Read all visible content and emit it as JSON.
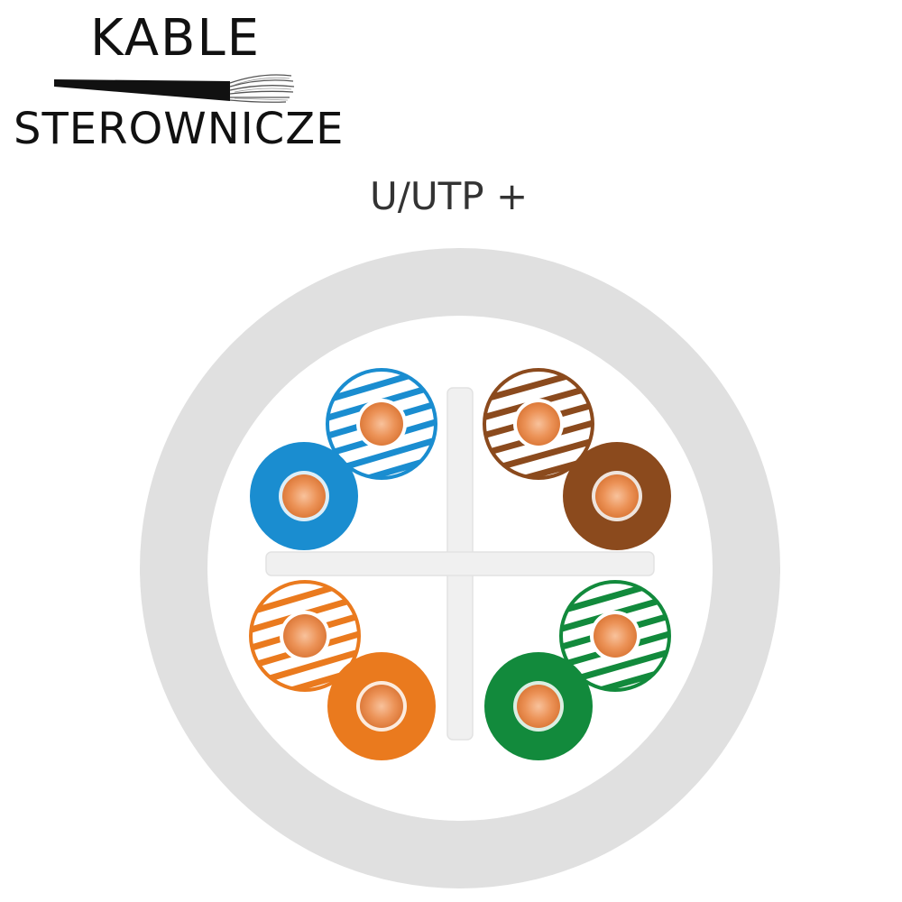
{
  "logo": {
    "line1": "KABLE",
    "line2": "STEROWNICZE",
    "icon": "stranded-wire-icon",
    "text_color": "#111111"
  },
  "cable_type": {
    "label": "U/UTP +",
    "color": "#333333"
  },
  "cross_section": {
    "jacket_color": "#e0e0e0",
    "inner_color": "#ffffff",
    "separator_color": "#ececec",
    "conductor_color": "#e8894a",
    "pairs": [
      {
        "name": "blue",
        "color": "#1a8dd0"
      },
      {
        "name": "brown",
        "color": "#8b4a1d"
      },
      {
        "name": "orange",
        "color": "#ea7a1e"
      },
      {
        "name": "green",
        "color": "#128a3c"
      }
    ]
  }
}
